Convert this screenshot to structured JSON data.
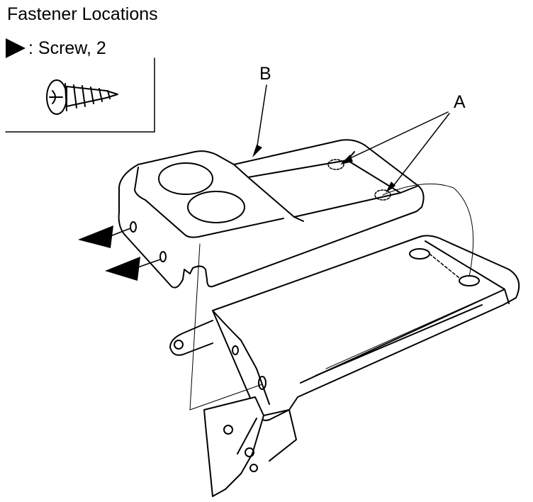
{
  "title": "Fastener Locations",
  "legend": {
    "symbol": "▶",
    "text": ": Screw, 2"
  },
  "callouts": {
    "a": "A",
    "b": "B"
  },
  "colors": {
    "ink": "#000000",
    "paper": "#ffffff"
  },
  "icons": {
    "legend_marker": "triangle-right-icon",
    "screw": "screw-icon"
  }
}
